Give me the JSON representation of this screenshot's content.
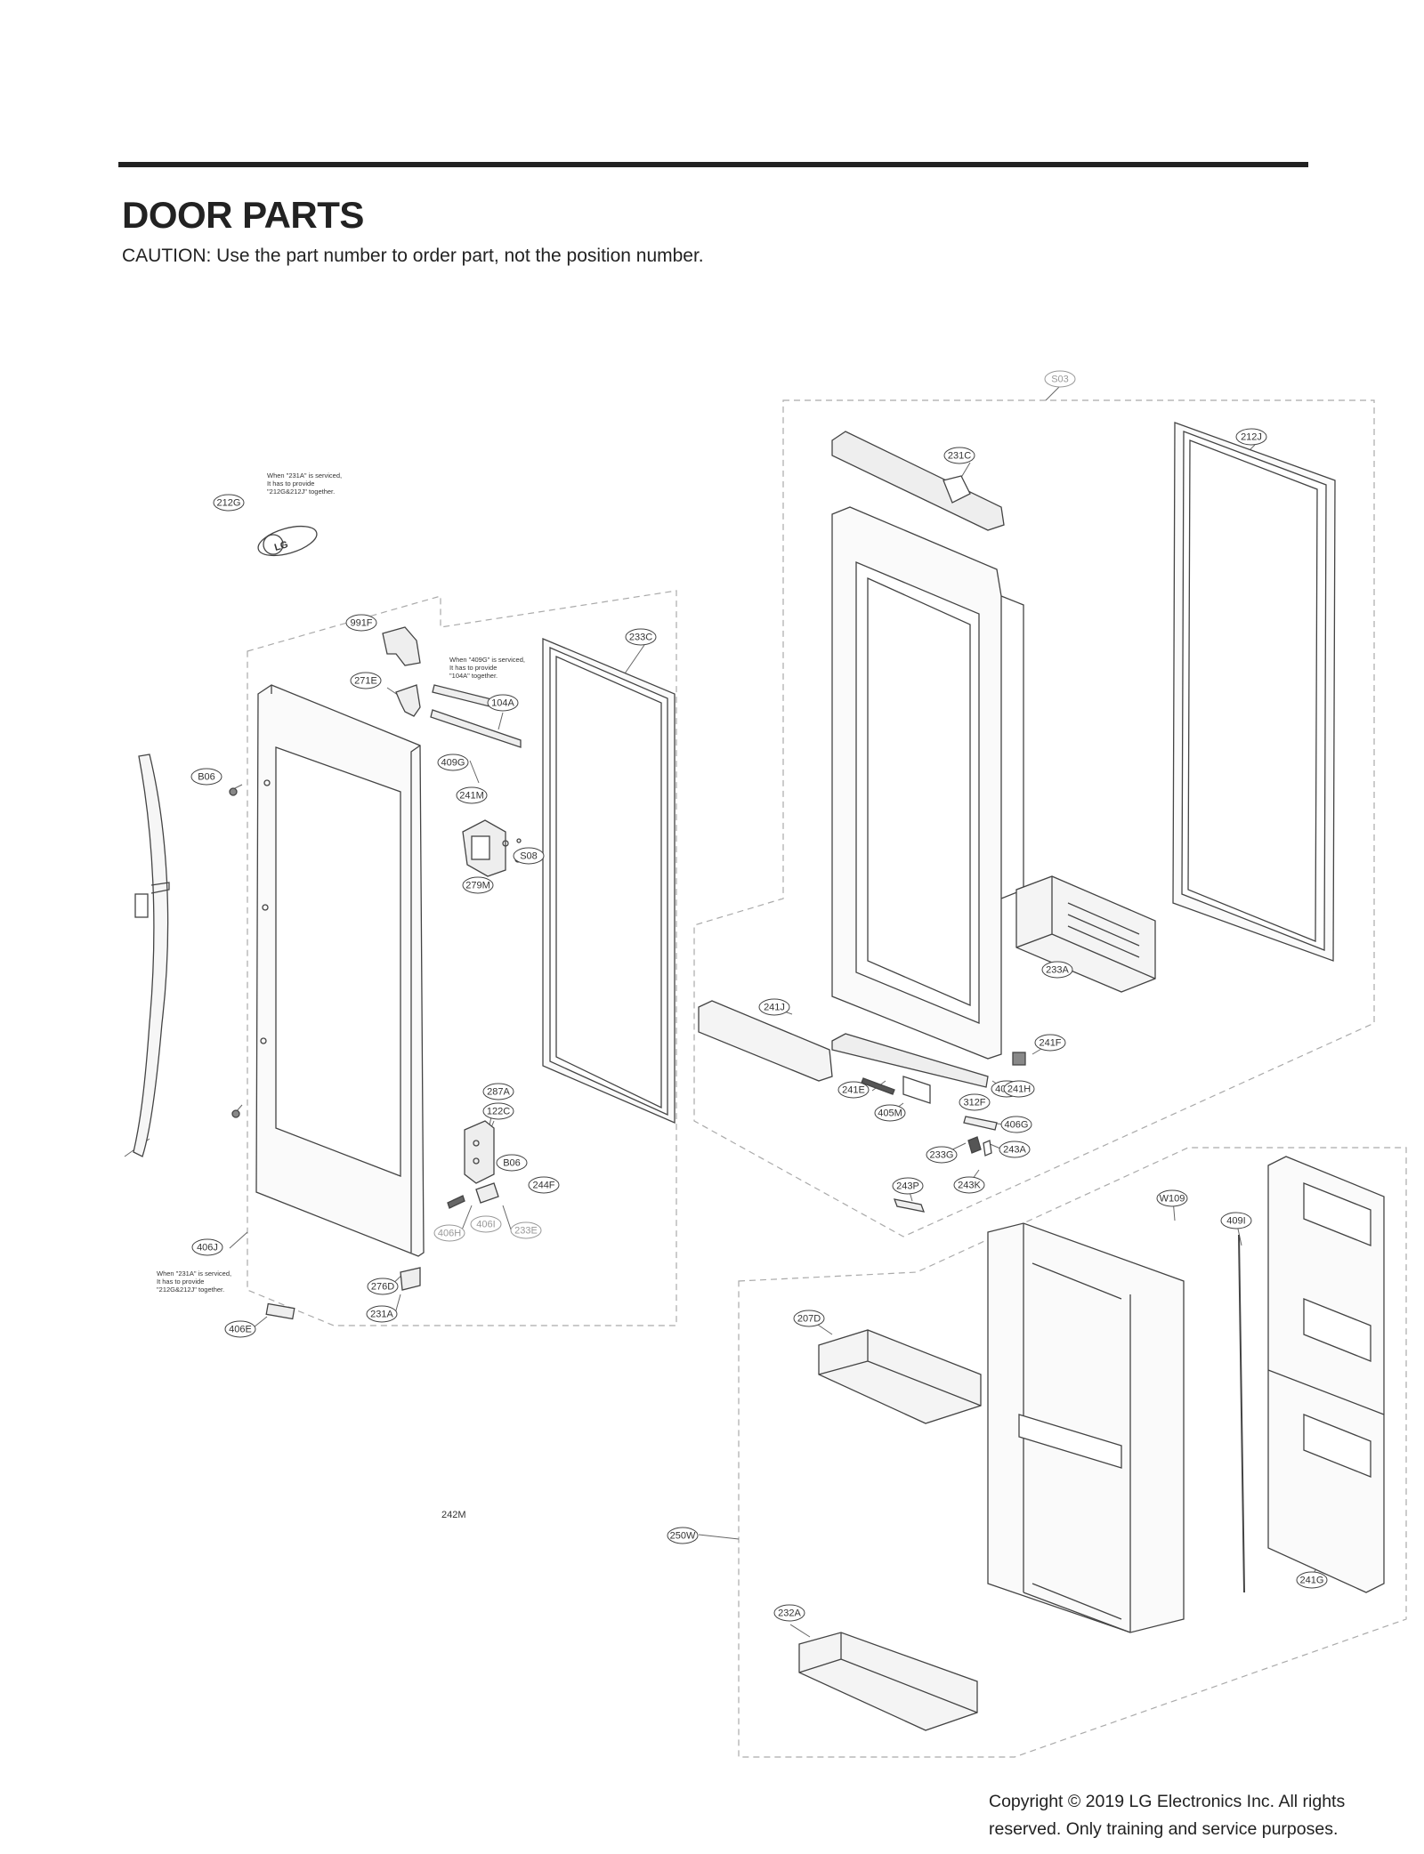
{
  "header": {
    "title": "DOOR PARTS",
    "caution": "CAUTION: Use the part number to order part, not the position number."
  },
  "footer": {
    "copyright": "Copyright © 2019  LG Electronics Inc. All rights reserved. Only training and service purposes."
  },
  "notes": {
    "note_top": [
      "When \"231A\" is serviced,",
      "It has to provide",
      "\"212G&212J\" together."
    ],
    "note_409g": [
      "When \"409G\" is serviced,",
      "It has to provide",
      "\"104A\" together."
    ],
    "note_bottom": [
      "When \"231A\" is serviced,",
      "It has to provide",
      "\"212G&212J\" together."
    ]
  },
  "logo_text": "LG",
  "callouts": [
    {
      "label": "212G"
    },
    {
      "label": "991F"
    },
    {
      "label": "271E"
    },
    {
      "label": "104A"
    },
    {
      "label": "409G"
    },
    {
      "label": "233C"
    },
    {
      "label": "B06"
    },
    {
      "label": "241M"
    },
    {
      "label": "S08"
    },
    {
      "label": "279M"
    },
    {
      "label": "287A"
    },
    {
      "label": "122C"
    },
    {
      "label": "B06"
    },
    {
      "label": "244F"
    },
    {
      "label": "406I",
      "muted": true
    },
    {
      "label": "233E",
      "muted": true
    },
    {
      "label": "406H",
      "muted": true
    },
    {
      "label": "406J"
    },
    {
      "label": "276D"
    },
    {
      "label": "231A"
    },
    {
      "label": "406E"
    },
    {
      "label": "S03",
      "muted": true
    },
    {
      "label": "212J"
    },
    {
      "label": "231C"
    },
    {
      "label": "233A"
    },
    {
      "label": "241J"
    },
    {
      "label": "241F"
    },
    {
      "label": "241E"
    },
    {
      "label": "402B"
    },
    {
      "label": "405M"
    },
    {
      "label": "406G"
    },
    {
      "label": "243A"
    },
    {
      "label": "233G"
    },
    {
      "label": "243K"
    },
    {
      "label": "243P"
    },
    {
      "label": "W109"
    },
    {
      "label": "409I"
    },
    {
      "label": "207D"
    },
    {
      "label": "250W"
    },
    {
      "label": "241G"
    },
    {
      "label": "232A"
    },
    {
      "label": "312F"
    },
    {
      "label": "241H"
    }
  ],
  "free_labels": [
    "242M"
  ]
}
